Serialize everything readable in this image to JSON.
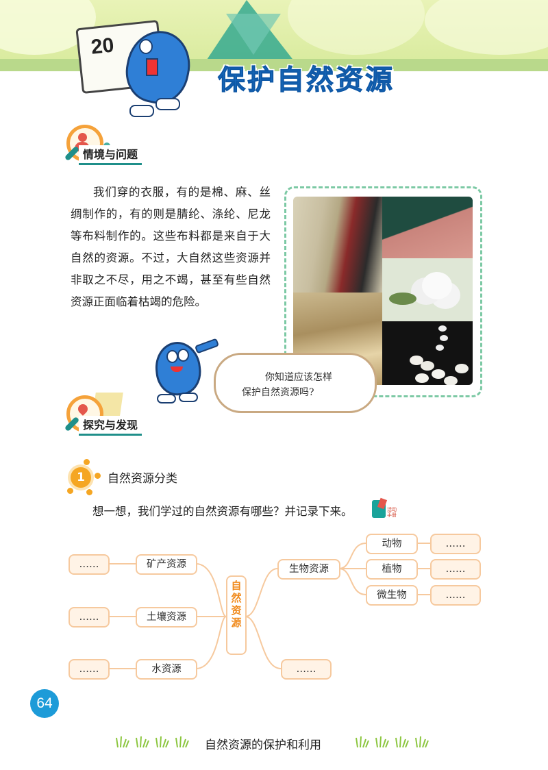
{
  "lesson": {
    "number": "20",
    "title": "保护自然资源"
  },
  "section1": {
    "label": "情境与问题",
    "paragraph": "我们穿的衣服，有的是棉、麻、丝绸制作的，有的则是腈纶、涤纶、尼龙等布料制作的。这些布料都是来自于大自然的资源。不过，大自然这些资源并非取之不尽，用之不竭，甚至有些自然资源正面临着枯竭的危险。",
    "bubble_lines": [
      "你知道应该怎样",
      "保护自然资源吗?"
    ]
  },
  "section2": {
    "label": "探究与发现",
    "activity_number": "1",
    "activity_title": "自然资源分类",
    "instruction": "想一想，我们学过的自然资源有哪些？并记录下来。",
    "manual_icon_label": [
      "活动",
      "手册"
    ]
  },
  "mindmap": {
    "center": "自然资源",
    "left": [
      {
        "label": "矿产资源",
        "blank": "……"
      },
      {
        "label": "土壤资源",
        "blank": "……"
      },
      {
        "label": "水资源",
        "blank": "……"
      }
    ],
    "right_main": {
      "label": "生物资源"
    },
    "right_children": [
      {
        "label": "动物",
        "blank": "……"
      },
      {
        "label": "植物",
        "blank": "……"
      },
      {
        "label": "微生物",
        "blank": "……"
      }
    ],
    "right_blank": "……"
  },
  "page_number": "64",
  "footer": "自然资源的保护和利用",
  "colors": {
    "title_blue": "#1a6fc4",
    "accent_orange": "#f5a623",
    "teal": "#1f8f8a",
    "node_border": "#f6c99e",
    "page_badge": "#1d9bd8"
  }
}
